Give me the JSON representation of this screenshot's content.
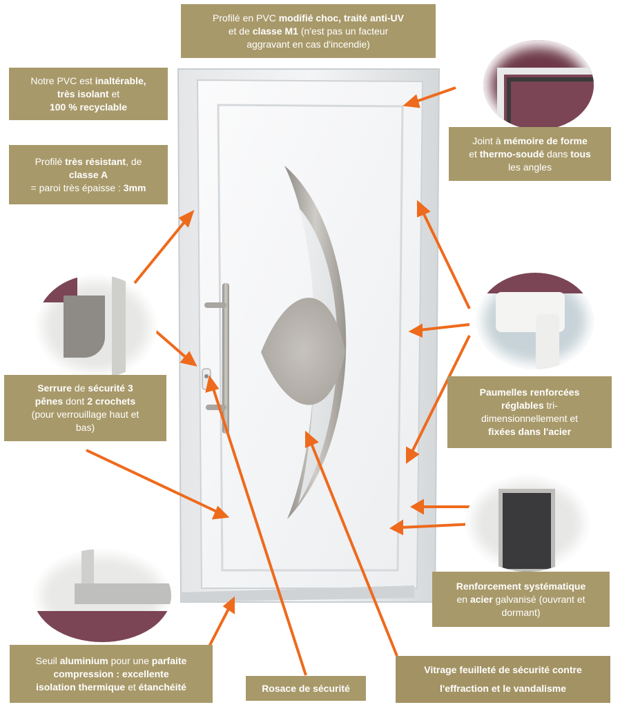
{
  "labels": {
    "pvc_profile": {
      "lines": [
        [
          {
            "t": "Profilé en PVC ",
            "b": false
          },
          {
            "t": "modifié choc, traité anti-UV",
            "b": true
          }
        ],
        [
          {
            "t": "et de ",
            "b": false
          },
          {
            "t": "classe M1",
            "b": true
          },
          {
            "t": " (n'est pas un facteur",
            "b": false
          }
        ],
        [
          {
            "t": "aggravant en cas d'incendie)",
            "b": false
          }
        ]
      ]
    },
    "pvc_unalterable": {
      "lines": [
        [
          {
            "t": "Notre PVC est ",
            "b": false
          },
          {
            "t": "inaltérable,",
            "b": true
          }
        ],
        [
          {
            "t": "très isolant",
            "b": true
          },
          {
            "t": " et",
            "b": false
          }
        ],
        [
          {
            "t": "100 % recyclable",
            "b": true
          }
        ]
      ]
    },
    "profile_resistant": {
      "lines": [
        [
          {
            "t": "Profilé ",
            "b": false
          },
          {
            "t": "très résistant",
            "b": true
          },
          {
            "t": ", de",
            "b": false
          }
        ],
        [
          {
            "t": "classe A",
            "b": true
          }
        ],
        [
          {
            "t": "= paroi très épaisse : ",
            "b": false
          },
          {
            "t": "3mm",
            "b": true
          }
        ]
      ]
    },
    "seal_joint": {
      "lines": [
        [
          {
            "t": "Joint à ",
            "b": false
          },
          {
            "t": "mémoire de forme",
            "b": true
          }
        ],
        [
          {
            "t": "et ",
            "b": false
          },
          {
            "t": "thermo-soudé",
            "b": true
          },
          {
            "t": " dans ",
            "b": false
          },
          {
            "t": "tous",
            "b": true
          }
        ],
        [
          {
            "t": "les angles",
            "b": false
          }
        ]
      ]
    },
    "lock": {
      "lines": [
        [
          {
            "t": "Serrure",
            "b": true
          },
          {
            "t": " de ",
            "b": false
          },
          {
            "t": "sécurité 3",
            "b": true
          }
        ],
        [
          {
            "t": "pênes",
            "b": true
          },
          {
            "t": " dont ",
            "b": false
          },
          {
            "t": "2 crochets",
            "b": true
          }
        ],
        [
          {
            "t": "(pour verrouillage haut et",
            "b": false
          }
        ],
        [
          {
            "t": "bas)",
            "b": false
          }
        ]
      ]
    },
    "hinges": {
      "lines": [
        [
          {
            "t": "Paumelles renforcées",
            "b": true
          }
        ],
        [
          {
            "t": "réglables",
            "b": true
          },
          {
            "t": " tri-",
            "b": false
          }
        ],
        [
          {
            "t": "dimensionnellement et",
            "b": false
          }
        ],
        [
          {
            "t": "fixées dans l'acier",
            "b": true
          }
        ]
      ]
    },
    "reinforcement": {
      "lines": [
        [
          {
            "t": "Renforcement systématique",
            "b": true
          }
        ],
        [
          {
            "t": "en ",
            "b": false
          },
          {
            "t": "acier",
            "b": true
          },
          {
            "t": " galvanisé (ouvrant et",
            "b": false
          }
        ],
        [
          {
            "t": "dormant)",
            "b": false
          }
        ]
      ]
    },
    "threshold": {
      "lines": [
        [
          {
            "t": "Seuil ",
            "b": false
          },
          {
            "t": "aluminium",
            "b": true
          },
          {
            "t": " pour une ",
            "b": false
          },
          {
            "t": "parfaite",
            "b": true
          }
        ],
        [
          {
            "t": "compression : excellente",
            "b": true
          }
        ],
        [
          {
            "t": "isolation thermique",
            "b": true
          },
          {
            "t": " et ",
            "b": false
          },
          {
            "t": "étanchéité",
            "b": true
          }
        ]
      ]
    },
    "rosace": {
      "lines": [
        [
          {
            "t": "Rosace de sécurité",
            "b": true
          }
        ]
      ]
    },
    "glazing": {
      "lines": [
        [
          {
            "t": "Vitrage feuilleté de sécurité contre",
            "b": true
          }
        ],
        [
          {
            "t": "l'effraction et le vandalisme",
            "b": true
          }
        ]
      ]
    }
  },
  "colors": {
    "label_bg": "#a8996a",
    "label_text": "#ffffff",
    "arrow": "#ee6a1c",
    "door_white": "#f6f7f8",
    "frame_grey": "#d9dcde",
    "glass_frosted": "#e3e6e8",
    "steel": "#b7b3ad"
  }
}
